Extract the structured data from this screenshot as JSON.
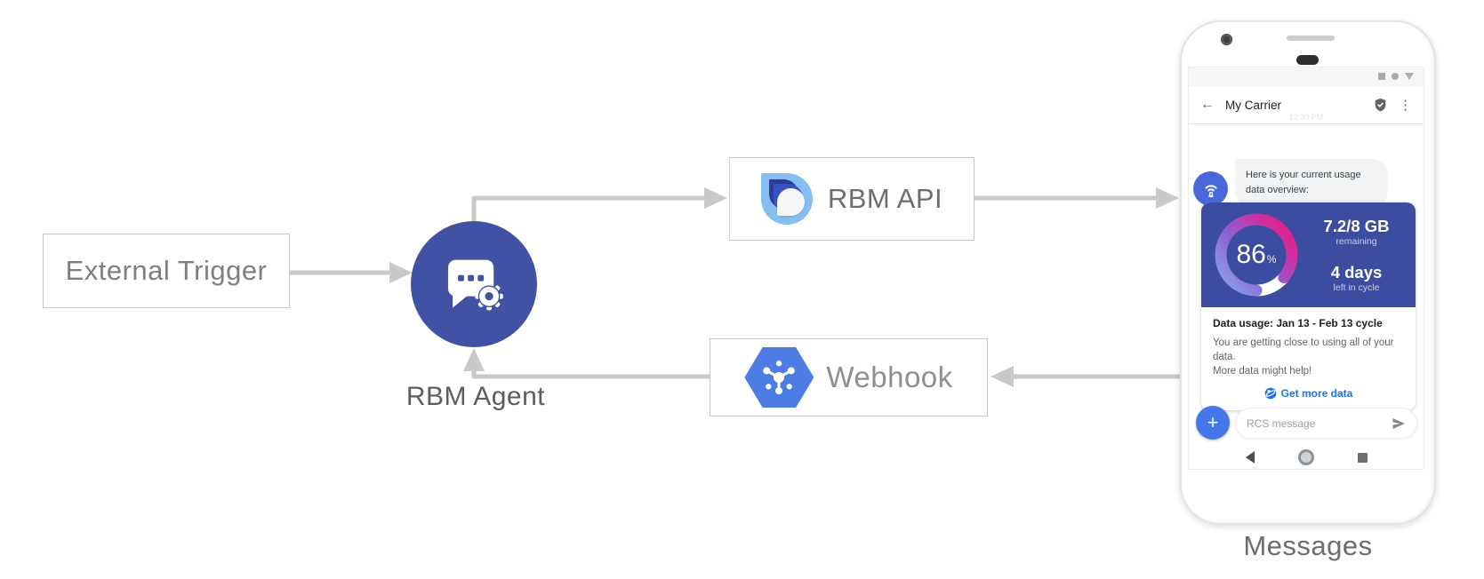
{
  "diagram": {
    "external_trigger_label": "External Trigger",
    "rbm_agent_label": "RBM Agent",
    "rbm_api_label": "RBM API",
    "webhook_label": "Webhook",
    "messages_label": "Messages"
  },
  "phone": {
    "header_title": "My Carrier",
    "timestamp": "12:30 PM",
    "bot_message": "Here is your current usage data overview:",
    "usage_card": {
      "percent": "86",
      "percent_symbol": "%",
      "remaining_value": "7.2/8 GB",
      "remaining_label": "remaining",
      "days_value": "4 days",
      "days_label": "left in cycle",
      "title": "Data usage: Jan 13 - Feb 13 cycle",
      "body_line1": "You are getting close to using all of your data.",
      "body_line2": "More data might help!",
      "action": "Get more data"
    },
    "compose_placeholder": "RCS message"
  },
  "icons": {
    "back_arrow": "←",
    "overflow_menu": "⋮",
    "plus": "+"
  },
  "colors": {
    "agent_blue": "#4152a5",
    "card_blue": "#3c4da1",
    "avatar_blue": "#4a68dc",
    "hex_blue": "#4d7ce4",
    "plus_blue": "#4477e8",
    "link_blue": "#1a73e8",
    "logo_light_blue": "#84bef2",
    "logo_dark_blue": "#2c3b9d",
    "logo_mid_blue": "#3a52c0",
    "gauge_start": "#8cb0f2",
    "gauge_mid": "#8a63d1",
    "gauge_end": "#ee1581",
    "arrow_gray": "#c9c9c9"
  }
}
